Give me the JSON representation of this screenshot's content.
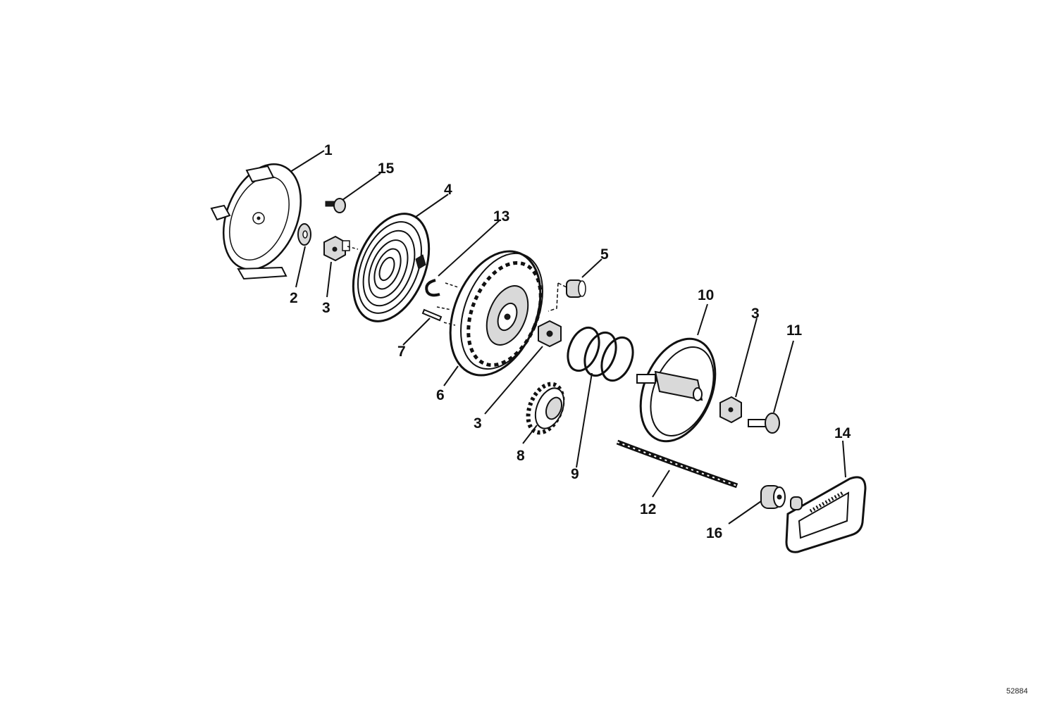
{
  "diagram": {
    "reference_code": "52884",
    "parts": [
      {
        "id": "part-1",
        "label": "1"
      },
      {
        "id": "part-2",
        "label": "2"
      },
      {
        "id": "part-3a",
        "label": "3"
      },
      {
        "id": "part-3b",
        "label": "3"
      },
      {
        "id": "part-3c",
        "label": "3"
      },
      {
        "id": "part-4",
        "label": "4"
      },
      {
        "id": "part-5",
        "label": "5"
      },
      {
        "id": "part-6",
        "label": "6"
      },
      {
        "id": "part-7",
        "label": "7"
      },
      {
        "id": "part-8",
        "label": "8"
      },
      {
        "id": "part-9",
        "label": "9"
      },
      {
        "id": "part-10",
        "label": "10"
      },
      {
        "id": "part-11",
        "label": "11"
      },
      {
        "id": "part-12",
        "label": "12"
      },
      {
        "id": "part-13",
        "label": "13"
      },
      {
        "id": "part-14",
        "label": "14"
      },
      {
        "id": "part-15",
        "label": "15"
      },
      {
        "id": "part-16",
        "label": "16"
      }
    ],
    "colors": {
      "ink": "#111111",
      "paper": "#ffffff"
    }
  }
}
